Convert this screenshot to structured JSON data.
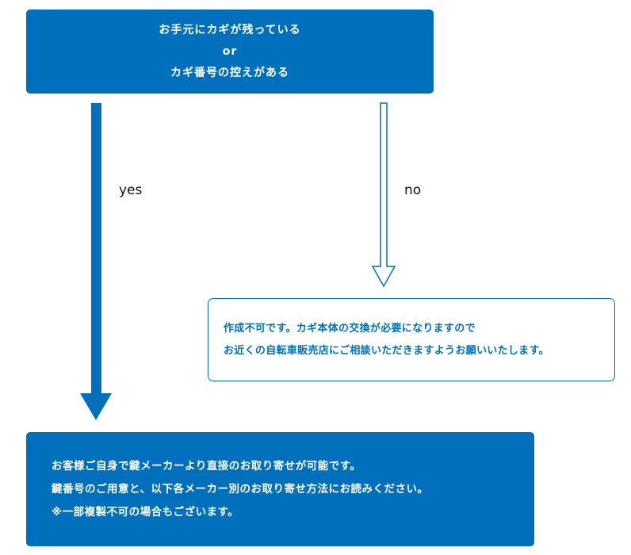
{
  "top_box": {
    "line1": "お手元にカギが残っている",
    "line2": "or",
    "line3": "カギ番号の控えがある"
  },
  "yes_label": "yes",
  "no_label": "no",
  "no_box": {
    "line1": "作成不可です。カギ本体の交換が必要になりますので",
    "line2": "お近くの自転車販売店にご相談いただきますようお願いいたします。"
  },
  "yes_box": {
    "line1": "お客様ご自身で鍵メーカーより直接のお取り寄せが可能です。",
    "line2": "鍵番号のご用意と、以下各メーカー別のお取り寄せ方法にお読みください。",
    "line3": "※一部複製不可の場合もございます。"
  },
  "colors": {
    "primary": "#0070bd",
    "text_dark": "#111111"
  }
}
